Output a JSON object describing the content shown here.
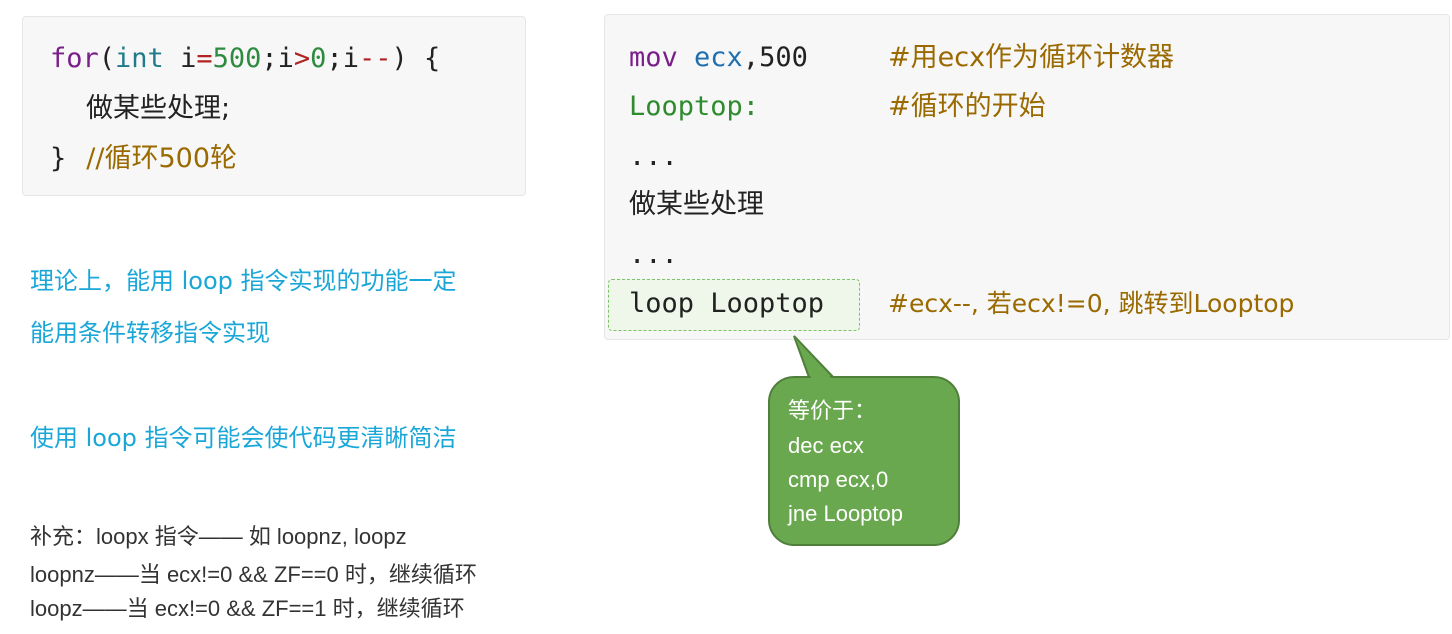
{
  "c_code": {
    "line1": {
      "kw": "for",
      "p1": "(",
      "type": "int",
      "var": " i",
      "eq": "=",
      "n1": "500",
      "semi1": ";i",
      "gt": ">",
      "n2": "0",
      "semi2": ";i",
      "dec": "--",
      "end": ") {"
    },
    "line2": "做某些处理;",
    "line3_brace": "}",
    "line3_comment": "//循环500轮"
  },
  "asm_code": {
    "line1": {
      "op": "mov",
      "reg": "ecx",
      "rest": ",500",
      "comment": "#用ecx作为循环计数器"
    },
    "line2": {
      "label": "Looptop:",
      "comment": "#循环的开始"
    },
    "line3": "...",
    "line4": "做某些处理",
    "line5": "...",
    "line6": {
      "code": "loop Looptop",
      "comment": "#ecx--, 若ecx!=0, 跳转到Looptop"
    }
  },
  "notes": {
    "note1_line1": "理论上，能用 loop 指令实现的功能一定",
    "note1_line2": "能用条件转移指令实现",
    "note2": "使用 loop 指令可能会使代码更清晰简洁",
    "supp_line1": "补充：loopx 指令—— 如 loopnz, loopz",
    "supp_line2": "loopnz——当 ecx!=0 && ZF==0 时，继续循环",
    "supp_line3": "loopz——当 ecx!=0 && ZF==1 时，继续循环"
  },
  "bubble": {
    "line1": "等价于：",
    "line2": "dec ecx",
    "line3": "cmp ecx,0",
    "line4": "jne Looptop"
  },
  "colors": {
    "keyword": "#7a1f8a",
    "type": "#1f7a8a",
    "number": "#2e8b3f",
    "operator": "#b22222",
    "comment": "#9a6a00",
    "register": "#1f6fb0",
    "label": "#2e8b2e",
    "note_text": "#1aa7d8",
    "bubble_bg": "#6aa84f"
  }
}
